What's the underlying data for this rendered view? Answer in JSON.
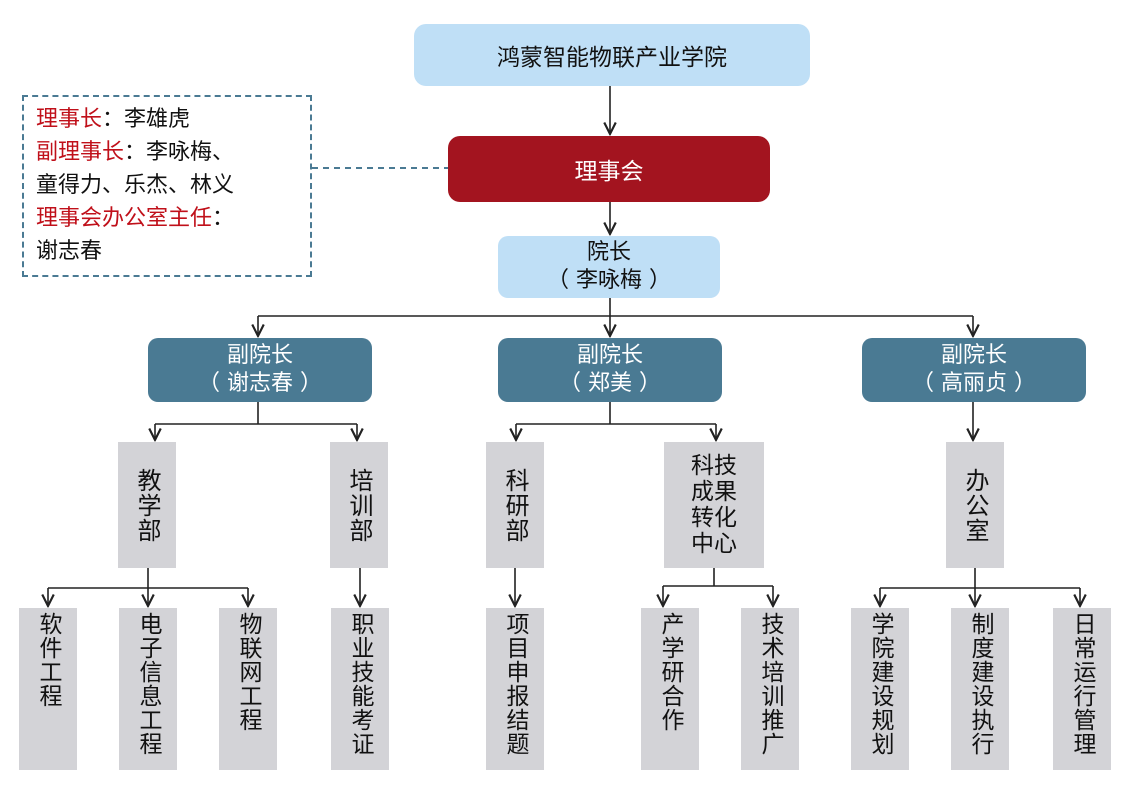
{
  "top_node": "鸿蒙智能物联产业学院",
  "council": "理事会",
  "board_note": {
    "chair_label": "理事长",
    "chair_sep": "：",
    "chair_name": "李雄虎",
    "vice_label": "副理事长",
    "vice_sep": "：",
    "vice_names_1": "李咏梅、",
    "vice_names_2": "童得力、乐杰、林义",
    "office_label": "理事会办公室主任",
    "office_sep": "：",
    "office_name": "谢志春"
  },
  "president": {
    "title": "院长",
    "name": "（ 李咏梅 ）"
  },
  "vice_presidents": [
    {
      "title": "副院长",
      "name": "（ 谢志春 ）"
    },
    {
      "title": "副院长",
      "name": "（ 郑美 ）"
    },
    {
      "title": "副院长",
      "name": "（ 高丽贞 ）"
    }
  ],
  "departments": {
    "teaching": "教学部",
    "training": "培训部",
    "research": "科研部",
    "transfer": "科技成果转化中心",
    "office": "办公室"
  },
  "units": {
    "software": "软件工程",
    "electronic": "电子信息工程",
    "iot": "物联网工程",
    "vocational": "职业技能考证",
    "project": "项目申报结题",
    "industry": "产学研合作",
    "tech_training": "技术培训推广",
    "planning": "学院建设规划",
    "system": "制度建设执行",
    "daily": "日常运行管理"
  },
  "colors": {
    "light_blue": "#bfdff6",
    "council_red": "#a3141f",
    "vp_teal": "#4a7a93",
    "dept_gray": "#d3d3d7",
    "label_red": "#c0101a"
  }
}
